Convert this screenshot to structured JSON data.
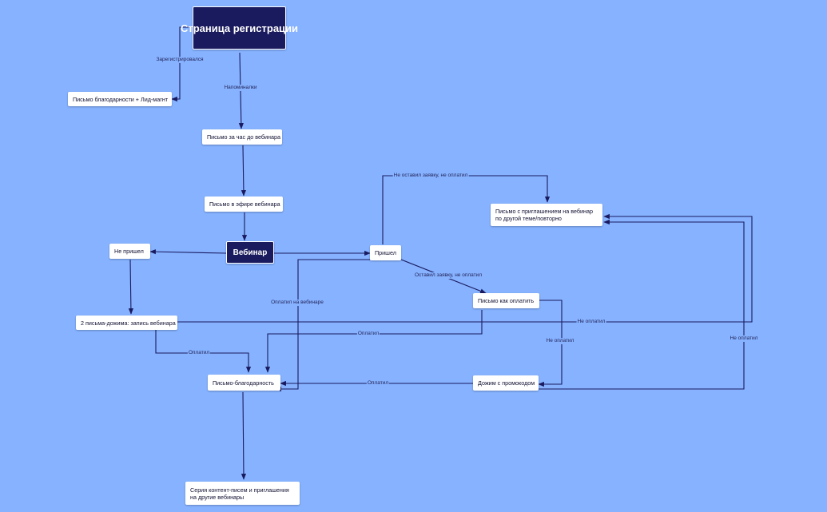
{
  "diagram": {
    "background": "#86b2ff",
    "edge_color": "#1a1a5e",
    "nodes": {
      "registration_page": "Страница регистрации",
      "thank_you_leadmagnet": "Письмо благодарности + Лид-магнт",
      "hour_before": "Письмо за час до вебинара",
      "on_air": "Письмо в эфире вебинара",
      "webinar": "Вебинар",
      "not_came": "Не пришел",
      "came": "Пришел",
      "invite_other": "Письмо с приглашением на вебинар по другой теме/повторно",
      "how_to_pay": "Письмо как оплатить",
      "two_letters": "2 письма-дожима: запись вебинара",
      "thanks_letter": "Письмо-благодарность",
      "promo": "Дожим с промокодом",
      "series": "Серия контент-писем и приглашения на другие вебинары"
    },
    "edge_labels": {
      "registered": "Зарегистрировался",
      "reminders": "Напоминалки",
      "no_request": "Не оставил заявку, не оплатил",
      "left_request": "Оставил заявку, не оплатил",
      "paid_on_webinar": "Оплатил на вебинаре",
      "paid_1": "Оплатил",
      "paid_2": "Оплатил",
      "paid_3": "Оплатил",
      "not_paid_1": "Не оплатил",
      "not_paid_2": "Не оплатил",
      "not_paid_3": "Не оплатил"
    }
  }
}
